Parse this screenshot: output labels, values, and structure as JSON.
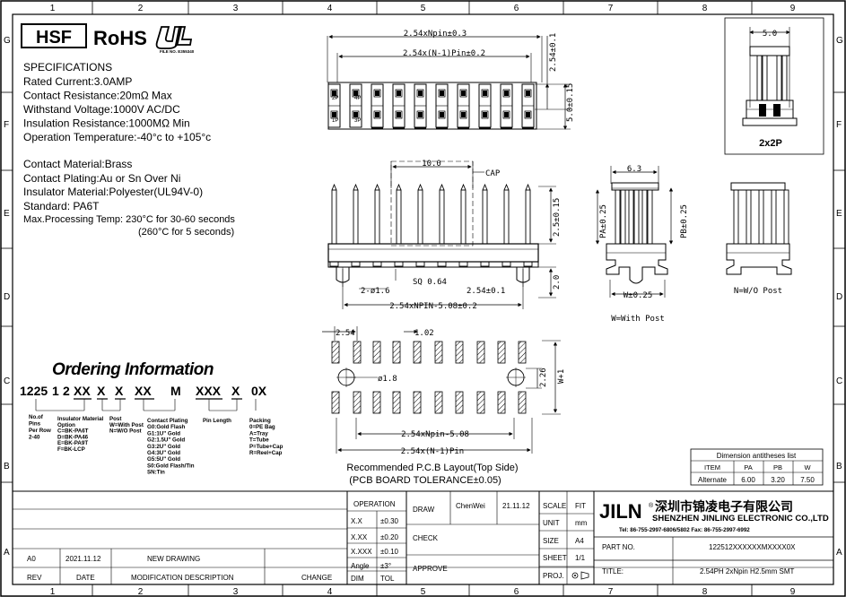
{
  "frame": {
    "cols": [
      "1",
      "2",
      "3",
      "4",
      "5",
      "6",
      "7",
      "8",
      "9"
    ],
    "rows": [
      "G",
      "F",
      "E",
      "D",
      "C",
      "B",
      "A"
    ]
  },
  "logos": {
    "hsf": "HSF",
    "rohs": "RoHS",
    "ul_file": "FILE NO. E355340"
  },
  "specifications": {
    "heading": "SPECIFICATIONS",
    "lines": [
      "Rated Current:3.0AMP",
      "Contact Resistance:20mΩ Max",
      "Withstand Voltage:1000V AC/DC",
      "Insulation Resistance:1000MΩ Min",
      "Operation Temperature:-40°c to +105°c"
    ],
    "material_lines": [
      "Contact Material:Brass",
      "Contact Plating:Au or Sn Over Ni",
      "Insulator Material:Polyester(UL94V-0)",
      "Standard:   PA6T",
      "Max.Processing Temp: 230°C for 30-60 seconds",
      "(260°C for 5 seconds)"
    ]
  },
  "ordering": {
    "title": "Ordering Information",
    "code_parts": [
      "1225",
      "1",
      "2",
      "XX",
      "X",
      "X",
      "XX",
      "M",
      "XXX",
      "X",
      "0X"
    ],
    "labels": {
      "pins": [
        "No.of",
        "Pins",
        "Per Row",
        "2-40"
      ],
      "insulator": [
        "Insulator Material",
        "Option",
        "C=BK-PA6T",
        "D=BK-PA46",
        "E=BK-PA9T",
        "F=BK-LCP"
      ],
      "post": [
        "Post",
        "W=With Post",
        "N=W/O Post"
      ],
      "plating": [
        "Contact  Plating",
        "G0:Gold  Flash",
        "G1:1U\"  Gold",
        "G2:1.5U\"  Gold",
        "G3:2U\"  Gold",
        "G4:3U\"  Gold",
        "G5:5U\"  Gold",
        "S0:Gold  Flash/Tin",
        "SN:Tin"
      ],
      "pin_length": [
        "Pin  Length"
      ],
      "packing": [
        "Packing",
        "0=PE  Bag",
        "A=Tray",
        "T=Tube",
        "P=Tube+Cap",
        "R=Reel+Cap"
      ]
    }
  },
  "top_view": {
    "dim_overall": "2.54xNpin±0.3",
    "dim_pitch_total": "2.54x(N-1)Pin±0.2",
    "dim_row": "2.54±0.1",
    "dim_width": "5.0±0.15",
    "pin_labels": [
      "2P",
      "4P",
      "1P",
      "3P"
    ]
  },
  "front_view": {
    "dim_cap": "10.0",
    "cap_label": "CAP",
    "dim_pin_up": "2.5±0.15",
    "dim_post": "2-ø1.6",
    "dim_sq": "SQ 0.64",
    "dim_pitch": "2.54±0.1",
    "dim_body": "2.0",
    "dim_bottom": "2.54xNPIN-5.08±0.2"
  },
  "side_view": {
    "dim_top": "6.3",
    "pa": "PA±0.25",
    "pb": "PB±0.25",
    "w": "W±0.25",
    "caption": "W=With Post"
  },
  "side_view_2": {
    "caption": "N=W/O Post"
  },
  "small_view": {
    "dim": "5.0",
    "caption": "2x2P"
  },
  "pcb": {
    "dim_pitch": "2.54",
    "dim_pad": "1.02",
    "dim_hole": "ø1.8",
    "dim_row": "2.26",
    "dim_w": "W+1",
    "dim_npin": "2.54xNpin-5.08",
    "dim_n1": "2.54x(N-1)Pin",
    "caption1": "Recommended P.C.B Layout(Top Side)",
    "caption2": "(PCB BOARD TOLERANCE±0.05)"
  },
  "dim_table": {
    "title": "Dimension antitheses list",
    "headers": [
      "ITEM",
      "PA",
      "PB",
      "W"
    ],
    "row": [
      "Alternate",
      "6.00",
      "3.20",
      "7.50"
    ]
  },
  "title_block": {
    "revision": {
      "rev": "A0",
      "date": "2021.11.12",
      "desc": "NEW DRAWING"
    },
    "headers": {
      "rev": "REV",
      "date": "DATE",
      "desc": "MODIFICATION DESCRIPTION",
      "change": "CHANGE"
    },
    "operation": "OPERATION",
    "tolerances": [
      [
        "X.X",
        "±0.30"
      ],
      [
        "X.XX",
        "±0.20"
      ],
      [
        "X.XXX",
        "±0.10"
      ],
      [
        "Angle",
        "±3°"
      ],
      [
        "DIM",
        "TOL"
      ]
    ],
    "draw": "DRAW",
    "drawer": "ChenWei",
    "draw_date": "21.11.12",
    "check": "CHECK",
    "approve": "APPROVE",
    "scale": "SCALE",
    "scale_val": "FIT",
    "unit": "UNIT",
    "unit_val": "mm",
    "size": "SIZE",
    "size_val": "A4",
    "sheet": "SHEET",
    "sheet_val": "1/1",
    "proj": "PROJ.",
    "company_logo": "JILN",
    "company_cn": "深圳市锦凌电子有限公司",
    "company_en": "SHENZHEN JINLING ELECTRONIC CO.,LTD",
    "tel": "Tel: 86-755-2997-6806/5802   Fax: 86-755-2997-6992",
    "part_no_label": "PART  NO.",
    "part_no": "122512XXXXXXMXXXX0X",
    "title_label": "TITLE:",
    "title": "2.54PH  2xNpin  H2.5mm  SMT"
  },
  "colors": {
    "ink": "#000000",
    "paper": "#ffffff"
  }
}
